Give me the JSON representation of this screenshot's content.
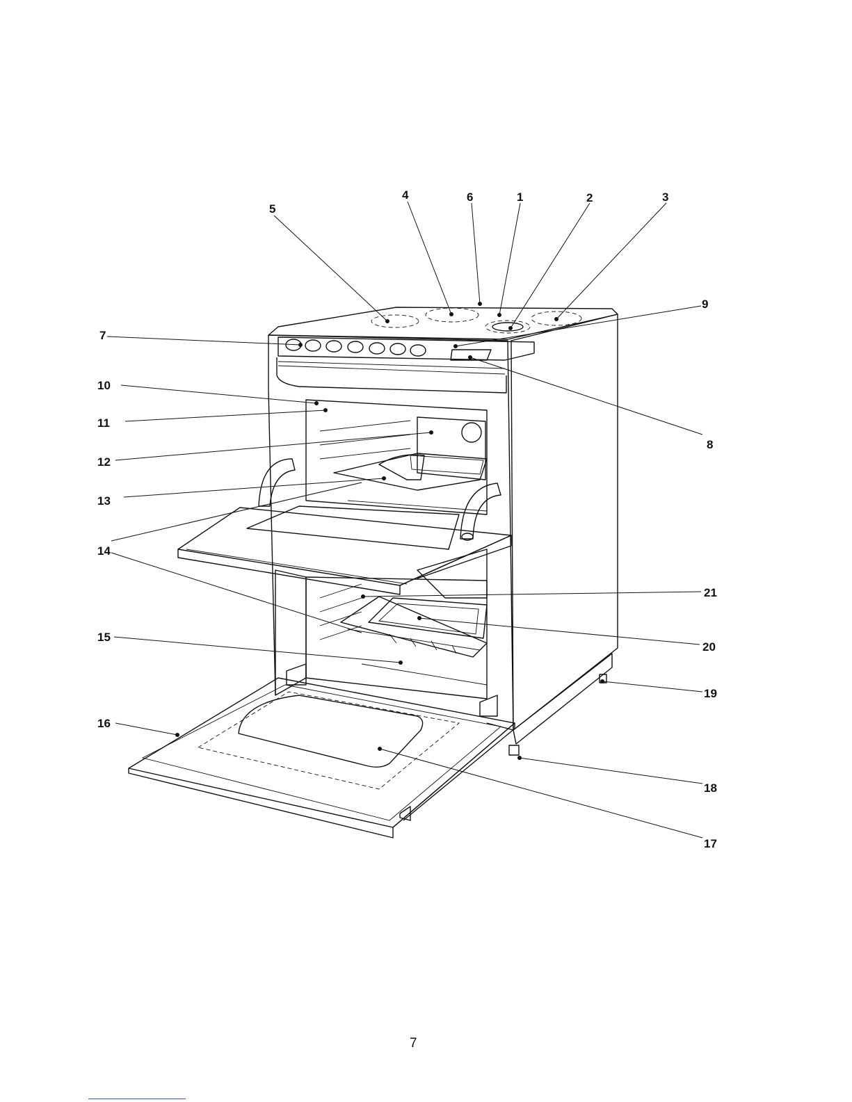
{
  "diagram": {
    "callouts": [
      "1",
      "2",
      "3",
      "4",
      "5",
      "6",
      "7",
      "8",
      "9",
      "10",
      "11",
      "12",
      "13",
      "14",
      "15",
      "16",
      "17",
      "18",
      "19",
      "20",
      "21"
    ]
  },
  "page": {
    "number": "7"
  }
}
